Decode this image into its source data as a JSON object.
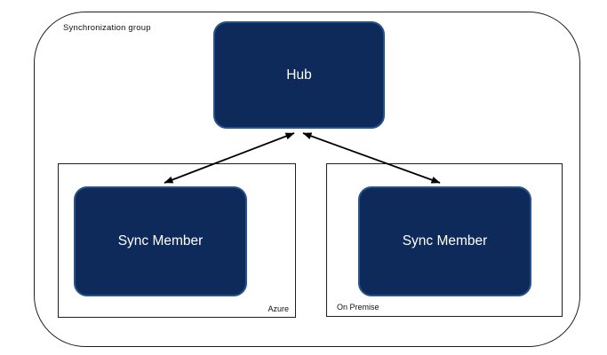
{
  "diagram": {
    "group": {
      "label": "Synchronization group"
    },
    "hub": {
      "label": "Hub"
    },
    "members": [
      {
        "label": "Sync Member",
        "environment": "Azure"
      },
      {
        "label": "Sync Member",
        "environment": "On Premise"
      }
    ],
    "connections": [
      {
        "from": "Hub",
        "to": "Sync Member (Azure)",
        "direction": "bidirectional"
      },
      {
        "from": "Hub",
        "to": "Sync Member (On Premise)",
        "direction": "bidirectional"
      }
    ],
    "colors": {
      "node_fill": "#0e2a5a",
      "node_border": "#27528a",
      "node_text": "#ffffff",
      "container_border": "#1f1f1f",
      "connector": "#000000",
      "background": "#ffffff"
    }
  }
}
